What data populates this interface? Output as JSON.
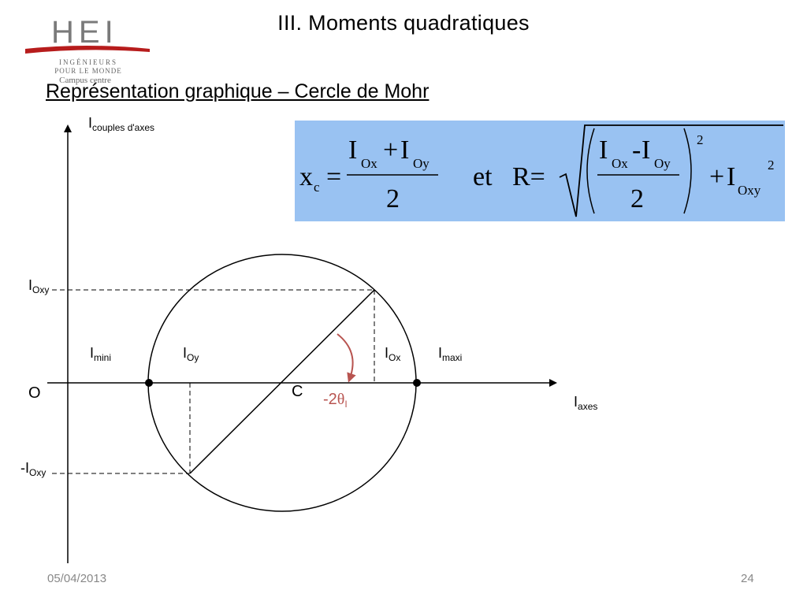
{
  "logo": {
    "brand": "HEI",
    "line1": "INGÉNIEURS",
    "line2": "POUR LE MONDE",
    "campus": "Campus centre"
  },
  "header": {
    "title": "III. Moments quadratiques",
    "subtitle": "Représentation graphique – Cercle de Mohr"
  },
  "formula": {
    "xc_base": "x",
    "xc_sub": "c",
    "equals": "=",
    "num_I1": "I",
    "num_sub1": "Ox",
    "num_plus": "+",
    "num_I2": "I",
    "num_sub2": "Oy",
    "denominator": "2",
    "et": "et",
    "R_label": "R=",
    "r_num_I1": "I",
    "r_num_sub1": "Ox",
    "r_num_minus": "-",
    "r_num_I2": "I",
    "r_num_sub2": "Oy",
    "r_denominator": "2",
    "exp": "2",
    "plus": "+",
    "ioxy_I": "I",
    "ioxy_sub": "Oxy",
    "ioxy_exp": "2"
  },
  "diagram": {
    "y_axis_I": "I",
    "y_axis_sub": "couples d'axes",
    "x_axis_I": "I",
    "x_axis_sub": "axes",
    "origin": "O",
    "center": "C",
    "ioxy_I": "I",
    "ioxy_sub": "Oxy",
    "neg_ioxy_I": "-I",
    "neg_ioxy_sub": "Oxy",
    "imini_I": "I",
    "imini_sub": "mini",
    "ioy_I": "I",
    "ioy_sub": "Oy",
    "iox_I": "I",
    "iox_sub": "Ox",
    "imaxi_I": "I",
    "imaxi_sub": "maxi",
    "angle_prefix": "-2",
    "angle_theta": "θ",
    "angle_sub": "I",
    "angle_color": "#b85450"
  },
  "footer": {
    "date": "05/04/2013",
    "page": "24"
  }
}
